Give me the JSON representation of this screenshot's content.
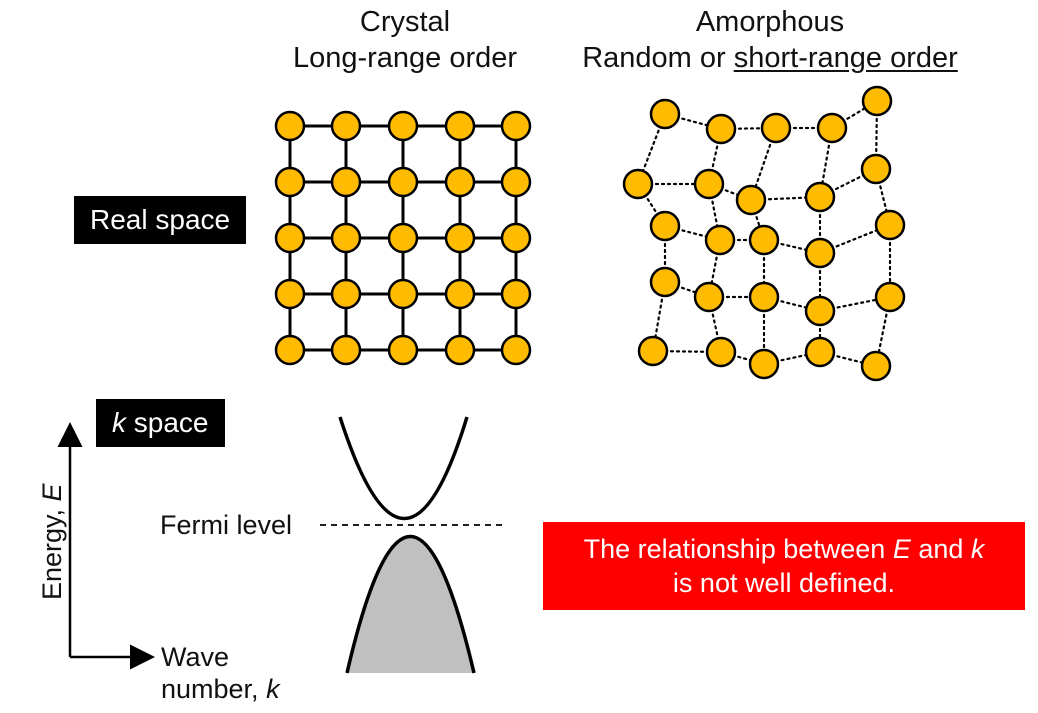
{
  "headings": {
    "crystal_title": "Crystal",
    "crystal_subtitle": "Long-range order",
    "amorphous_title": "Amorphous",
    "amorphous_subtitle_prefix": "Random or ",
    "amorphous_subtitle_underlined": "short-range order"
  },
  "labels": {
    "real_space": "Real space",
    "k_symbol": "k",
    "k_space_rest": " space",
    "fermi_level": "Fermi level"
  },
  "axes": {
    "energy_prefix": "Energy, ",
    "energy_symbol": "E",
    "wave_line1": "Wave",
    "wave_line2_prefix": "number, ",
    "wave_symbol": "k"
  },
  "note": {
    "line1_prefix": "The relationship between ",
    "symbol_e": "E",
    "line1_mid": " and ",
    "symbol_k": "k",
    "line2": "is not well defined."
  },
  "colors": {
    "atom_fill": "#ffbb00",
    "band_fill": "#c0c0c0",
    "note_background": "#ff0000",
    "label_background": "#000000"
  }
}
